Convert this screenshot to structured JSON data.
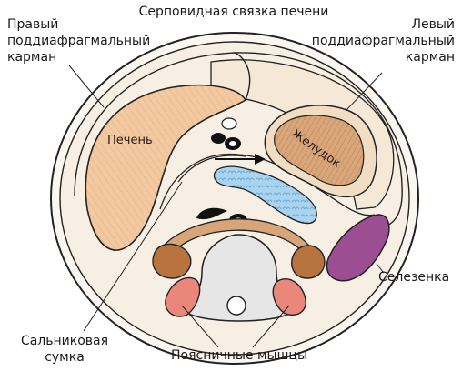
{
  "labels": {
    "falciform_ligament": "Серповидная связка печени",
    "right_subphrenic": "Правый\nподдиафрагмальный\nкарман",
    "left_subphrenic": "Левый\nподдиафрагмальный\nкарман",
    "liver": "Печень",
    "stomach": "Желудок",
    "spleen": "Селезенка",
    "omental_bursa": "Сальниковая\nсумка",
    "psoas": "Поясничные мышцы"
  },
  "colors": {
    "liver": "#f2c9a0",
    "stomach": "#c9966a",
    "pancreas": "#9ecbe8",
    "spleen": "#9b4f92",
    "kidney": "#b8743f",
    "psoas": "#e8877a",
    "vertebra": "#e6e6e6",
    "cavity": "#f7efe4"
  }
}
